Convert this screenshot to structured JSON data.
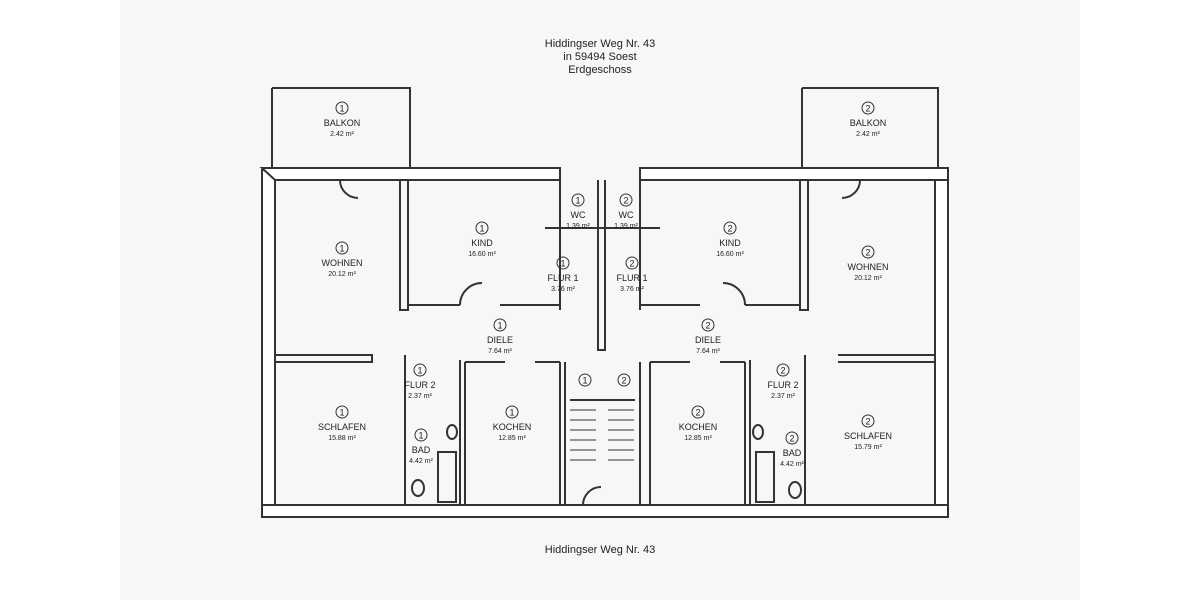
{
  "header": {
    "street": "Hiddingser Weg Nr. 43",
    "city": "in 59494 Soest",
    "floor": "Erdgeschoss"
  },
  "footer": {
    "street": "Hiddingser Weg Nr. 43"
  },
  "rooms": [
    {
      "unit": "1",
      "name": "BALKON",
      "area": "2.42 m²"
    },
    {
      "unit": "2",
      "name": "BALKON",
      "area": "2.42 m²"
    },
    {
      "unit": "1",
      "name": "WOHNEN",
      "area": "20.12 m²"
    },
    {
      "unit": "1",
      "name": "KIND",
      "area": "16.60 m²"
    },
    {
      "unit": "1",
      "name": "WC",
      "area": "1.39 m²"
    },
    {
      "unit": "2",
      "name": "WC",
      "area": "1.39 m²"
    },
    {
      "unit": "1",
      "name": "FLUR 1",
      "area": "3.76 m²"
    },
    {
      "unit": "2",
      "name": "FLUR 1",
      "area": "3.76 m²"
    },
    {
      "unit": "2",
      "name": "KIND",
      "area": "16.60 m²"
    },
    {
      "unit": "2",
      "name": "WOHNEN",
      "area": "20.12 m²"
    },
    {
      "unit": "1",
      "name": "DIELE",
      "area": "7.64 m²"
    },
    {
      "unit": "2",
      "name": "DIELE",
      "area": "7.64 m²"
    },
    {
      "unit": "1",
      "name": "FLUR 2",
      "area": "2.37 m²"
    },
    {
      "unit": "2",
      "name": "FLUR 2",
      "area": "2.37 m²"
    },
    {
      "unit": "1",
      "name": "SCHLAFEN",
      "area": "15.88 m²"
    },
    {
      "unit": "1",
      "name": "BAD",
      "area": "4.42 m²"
    },
    {
      "unit": "1",
      "name": "KOCHEN",
      "area": "12.85 m²"
    },
    {
      "unit": "2",
      "name": "KOCHEN",
      "area": "12.85 m²"
    },
    {
      "unit": "2",
      "name": "BAD",
      "area": "4.42 m²"
    },
    {
      "unit": "2",
      "name": "SCHLAFEN",
      "area": "15.79 m²"
    }
  ],
  "stair_markers": [
    "1",
    "2"
  ]
}
